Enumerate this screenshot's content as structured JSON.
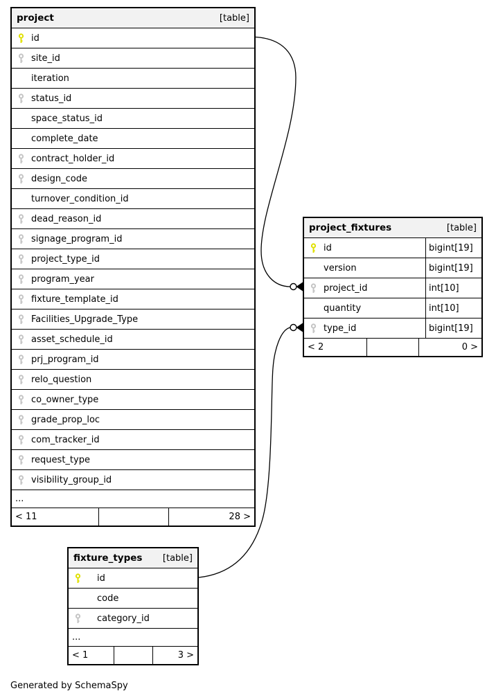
{
  "page": {
    "background": "#ffffff",
    "footer_note": "Generated by SchemaSpy"
  },
  "diagram": {
    "colors": {
      "table_header_bg": "#f2f2f2",
      "table_border": "#000000",
      "relationship_line": "#000000",
      "primary_key_icon": "#e0e000",
      "foreign_key_icon": "#c4c4c4"
    },
    "tables": [
      {
        "id": "project",
        "name": "project",
        "tag": "[table]",
        "show_types": false,
        "columns": [
          {
            "name": "id",
            "key": "primary"
          },
          {
            "name": "site_id",
            "key": "foreign"
          },
          {
            "name": "iteration",
            "key": "none"
          },
          {
            "name": "status_id",
            "key": "foreign"
          },
          {
            "name": "space_status_id",
            "key": "none"
          },
          {
            "name": "complete_date",
            "key": "none"
          },
          {
            "name": "contract_holder_id",
            "key": "foreign"
          },
          {
            "name": "design_code",
            "key": "foreign"
          },
          {
            "name": "turnover_condition_id",
            "key": "none"
          },
          {
            "name": "dead_reason_id",
            "key": "foreign"
          },
          {
            "name": "signage_program_id",
            "key": "foreign"
          },
          {
            "name": "project_type_id",
            "key": "foreign"
          },
          {
            "name": "program_year",
            "key": "foreign"
          },
          {
            "name": "fixture_template_id",
            "key": "foreign"
          },
          {
            "name": "Facilities_Upgrade_Type",
            "key": "foreign"
          },
          {
            "name": "asset_schedule_id",
            "key": "foreign"
          },
          {
            "name": "prj_program_id",
            "key": "foreign"
          },
          {
            "name": "relo_question",
            "key": "foreign"
          },
          {
            "name": "co_owner_type",
            "key": "foreign"
          },
          {
            "name": "grade_prop_loc",
            "key": "foreign"
          },
          {
            "name": "com_tracker_id",
            "key": "foreign"
          },
          {
            "name": "request_type",
            "key": "foreign"
          },
          {
            "name": "visibility_group_id",
            "key": "foreign"
          }
        ],
        "ellipsis": "...",
        "footer": {
          "left": "< 11",
          "middle": "",
          "right": "28 >"
        }
      },
      {
        "id": "project_fixtures",
        "name": "project_fixtures",
        "tag": "[table]",
        "show_types": true,
        "columns": [
          {
            "name": "id",
            "key": "primary",
            "type": "bigint[19]"
          },
          {
            "name": "version",
            "key": "none",
            "type": "bigint[19]"
          },
          {
            "name": "project_id",
            "key": "foreign",
            "type": "int[10]"
          },
          {
            "name": "quantity",
            "key": "none",
            "type": "int[10]"
          },
          {
            "name": "type_id",
            "key": "foreign",
            "type": "bigint[19]"
          }
        ],
        "ellipsis": null,
        "footer": {
          "left": "< 2",
          "middle": "",
          "right": "0 >"
        }
      },
      {
        "id": "fixture_types",
        "name": "fixture_types",
        "tag": "[table]",
        "show_types": false,
        "columns": [
          {
            "name": "id",
            "key": "primary"
          },
          {
            "name": "code",
            "key": "none"
          },
          {
            "name": "category_id",
            "key": "foreign"
          }
        ],
        "ellipsis": "...",
        "footer": {
          "left": "< 1",
          "middle": "",
          "right": "3 >"
        }
      }
    ],
    "relationships": [
      {
        "from_table": "project",
        "from_column": "id",
        "to_table": "project_fixtures",
        "to_column": "project_id",
        "end_marker": "open-circle-arrow"
      },
      {
        "from_table": "fixture_types",
        "from_column": "id",
        "to_table": "project_fixtures",
        "to_column": "type_id",
        "end_marker": "open-circle-arrow"
      }
    ]
  }
}
